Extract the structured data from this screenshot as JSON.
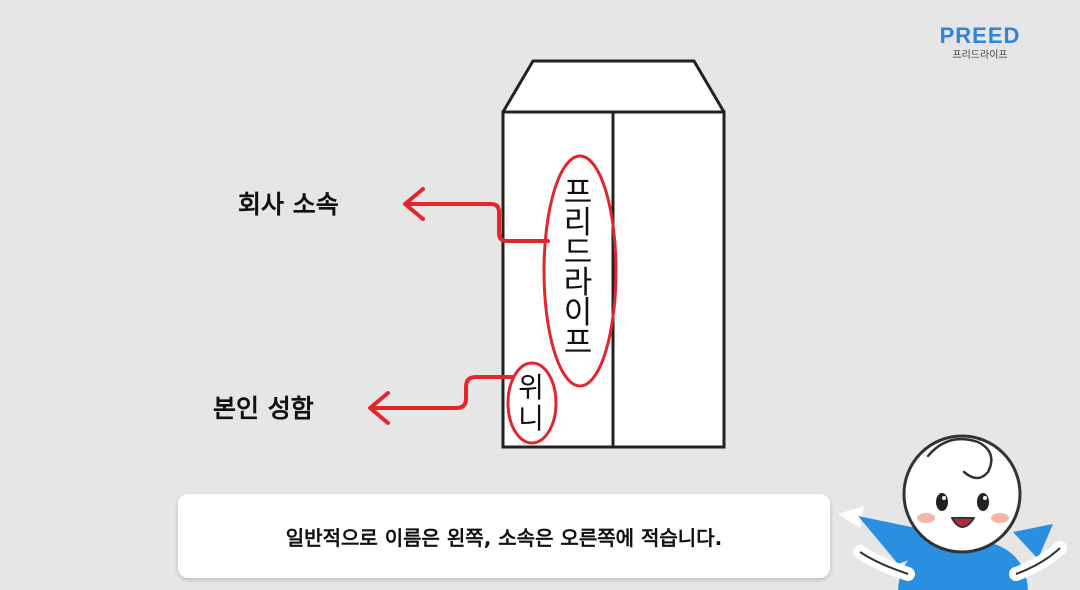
{
  "logo": {
    "brand": "PREED",
    "brand_kr": "프리드라이프"
  },
  "diagram": {
    "company_label": "회사 소속",
    "name_label": "본인 성함",
    "envelope_company_text": "프리드라이프",
    "envelope_name_text": "위니"
  },
  "caption": {
    "text": "일반적으로 이름은 왼쪽, 소속은 오른쪽에 적습니다."
  },
  "colors": {
    "accent_red": "#e3262b",
    "brand_blue": "#2f86d6",
    "background": "#e6e6e6"
  }
}
